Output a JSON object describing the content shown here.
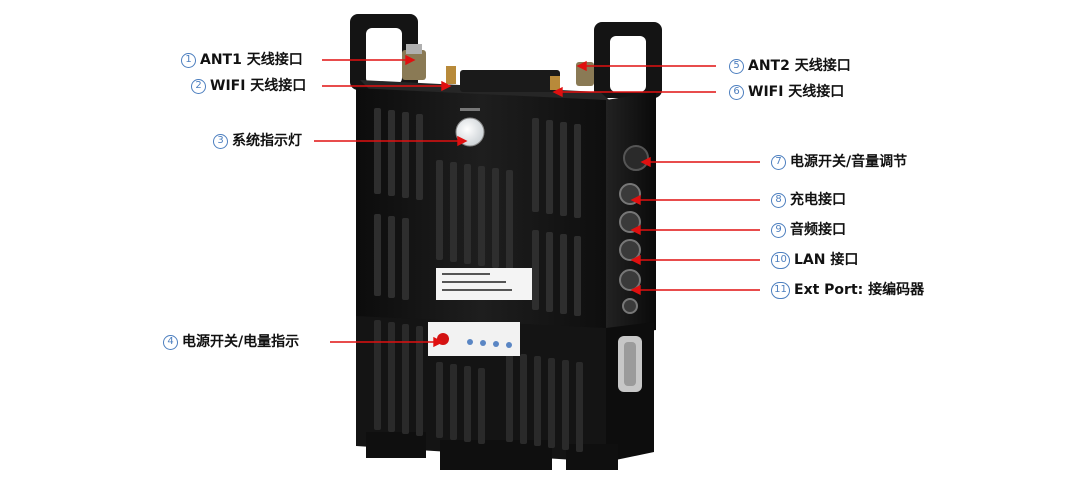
{
  "callouts": [
    {
      "num": "1",
      "label": "ANT1 天线接口"
    },
    {
      "num": "2",
      "label": "WIFI 天线接口"
    },
    {
      "num": "3",
      "label": "系统指示灯"
    },
    {
      "num": "4",
      "label": "电源开关/电量指示"
    },
    {
      "num": "5",
      "label": "ANT2 天线接口"
    },
    {
      "num": "6",
      "label": "WIFI 天线接口"
    },
    {
      "num": "7",
      "label": "电源开关/音量调节"
    },
    {
      "num": "8",
      "label": "充电接口"
    },
    {
      "num": "9",
      "label": "音频接口"
    },
    {
      "num": "10",
      "label": "LAN 接口"
    },
    {
      "num": "11",
      "label": "Ext Port: 接编码器"
    }
  ],
  "colors": {
    "arrow": "#e01010",
    "number_circle": "#4d7fbf",
    "device_body": "#161616"
  }
}
